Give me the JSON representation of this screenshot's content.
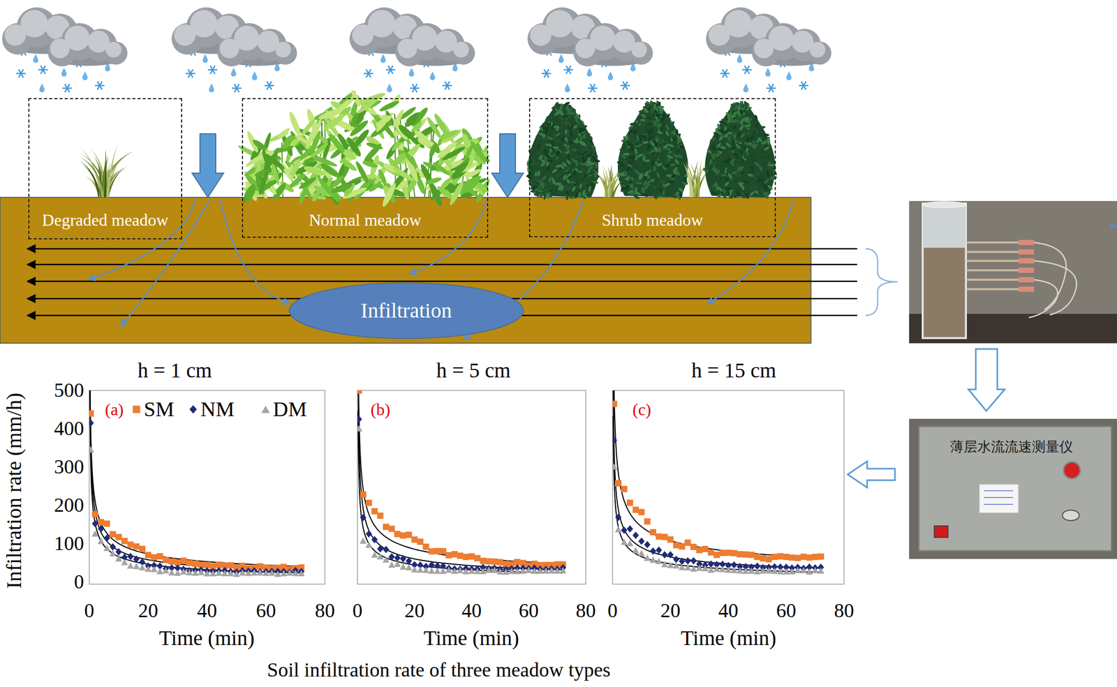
{
  "diagram": {
    "caption": "Soil infiltration rate of three meadow types",
    "nodes": [
      {
        "text": [
          "Degraded meadow"
        ]
      },
      {
        "text": [
          "Normal meadow"
        ]
      },
      {
        "text": [
          "Shrub meadow"
        ]
      },
      {
        "text": [
          "Infiltration"
        ]
      }
    ],
    "labels": [
      "h = 1 cm",
      "h = 5 cm",
      "h = 15 cm",
      "(a)",
      "(b)",
      "(c)",
      "Infiltration rate (mm/h)",
      "500",
      "400",
      "300",
      "200",
      "100",
      "0",
      "0",
      "20",
      "40",
      "60",
      "80",
      "0",
      "20",
      "40",
      "60",
      "80",
      "0",
      "20",
      "40",
      "60",
      "80",
      "Time (min)",
      "Time (min)",
      "Time (min)",
      "薄层水流流速测量仪"
    ],
    "legend": [
      {
        "text": "SM",
        "color": "#ED7D31"
      },
      {
        "text": "NM",
        "color": "#1F2A7A"
      },
      {
        "text": "DM",
        "color": "#A5A5A5"
      }
    ]
  }
}
